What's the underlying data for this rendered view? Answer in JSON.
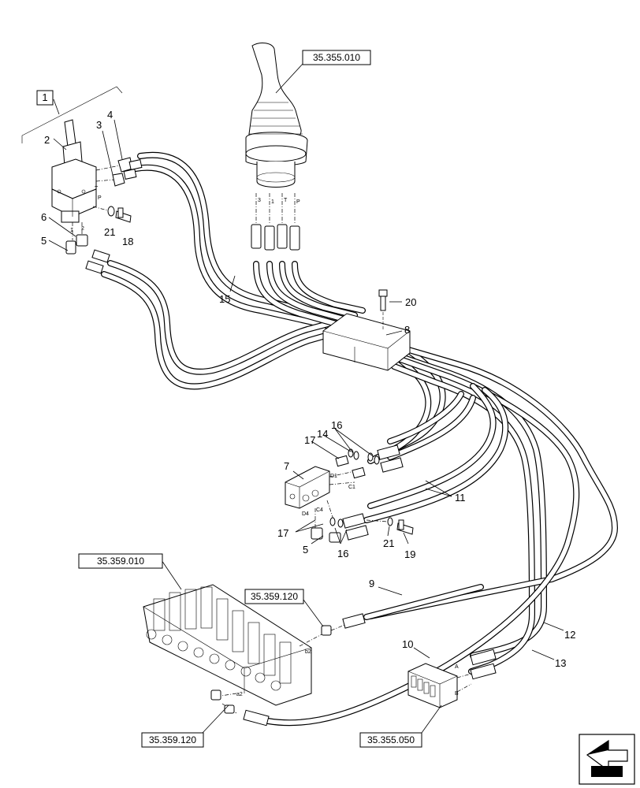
{
  "reference_boxes": {
    "pilot_joystick": "35.355.010",
    "control_valve": "35.359.010",
    "fitting_b2": "35.359.120",
    "fitting_a2": "35.359.120",
    "diverter_block": "35.355.050"
  },
  "group_label": "1",
  "callouts": {
    "c2": "2",
    "c3": "3",
    "c4": "4",
    "c5a": "5",
    "c6": "6",
    "c21a": "21",
    "c18": "18",
    "c15": "15",
    "c20": "20",
    "c8": "8",
    "c17a": "17",
    "c14": "14",
    "c16a": "16",
    "c7": "7",
    "c11": "11",
    "c17b": "17",
    "c5b": "5",
    "c16b": "16",
    "c21b": "21",
    "c19": "19",
    "c9": "9",
    "c10": "10",
    "c12": "12",
    "c13": "13"
  },
  "port_labels": {
    "joy_T": "T",
    "joy_P": "P",
    "joy_1": "1",
    "joy_2": "2",
    "hose_3": "3",
    "hose_1": "1",
    "hose_T": "T",
    "hose_P": "P",
    "d1": "D1",
    "c1": "C1",
    "c4": "C4",
    "d4": "D4",
    "b2": "b2",
    "a2": "a2",
    "port_A": "A",
    "port_B": "B"
  },
  "icons": {
    "corner": "navigation-arrow-icon"
  }
}
